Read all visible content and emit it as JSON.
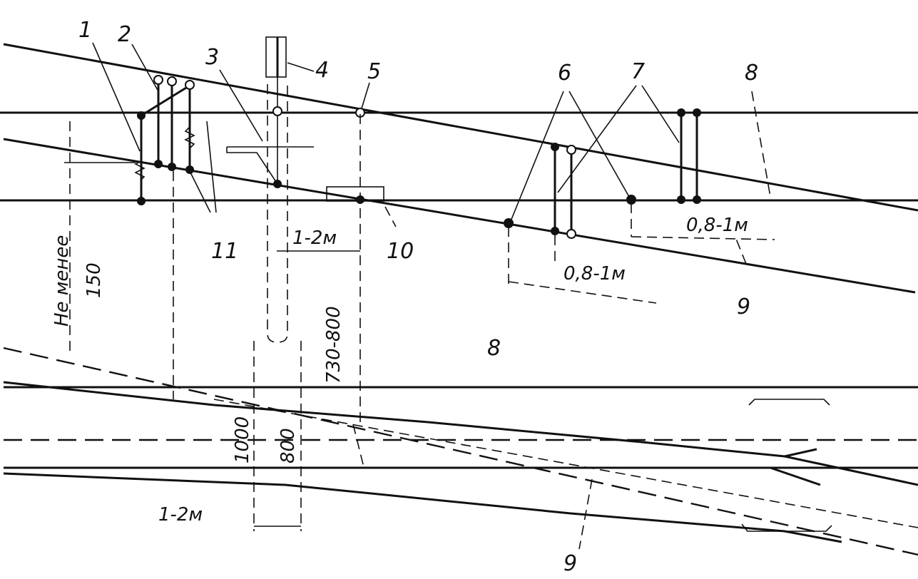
{
  "labels": {
    "n1": "1",
    "n2": "2",
    "n3": "3",
    "n4": "4",
    "n5": "5",
    "n6": "6",
    "n7": "7",
    "n8a": "8",
    "n8b": "8",
    "n9a": "9",
    "n9b": "9",
    "n10": "10",
    "n11": "11"
  },
  "dimensions": {
    "d_1_2m_top": "1-2м",
    "d_1_2m_bottom": "1-2м",
    "d_08_1m_a": "0,8-1м",
    "d_08_1m_b": "0,8-1м",
    "d_730_800": "730-800",
    "d_1000": "1000",
    "d_800": "800",
    "d_ne_menee": "Не менее",
    "d_150": "150"
  }
}
